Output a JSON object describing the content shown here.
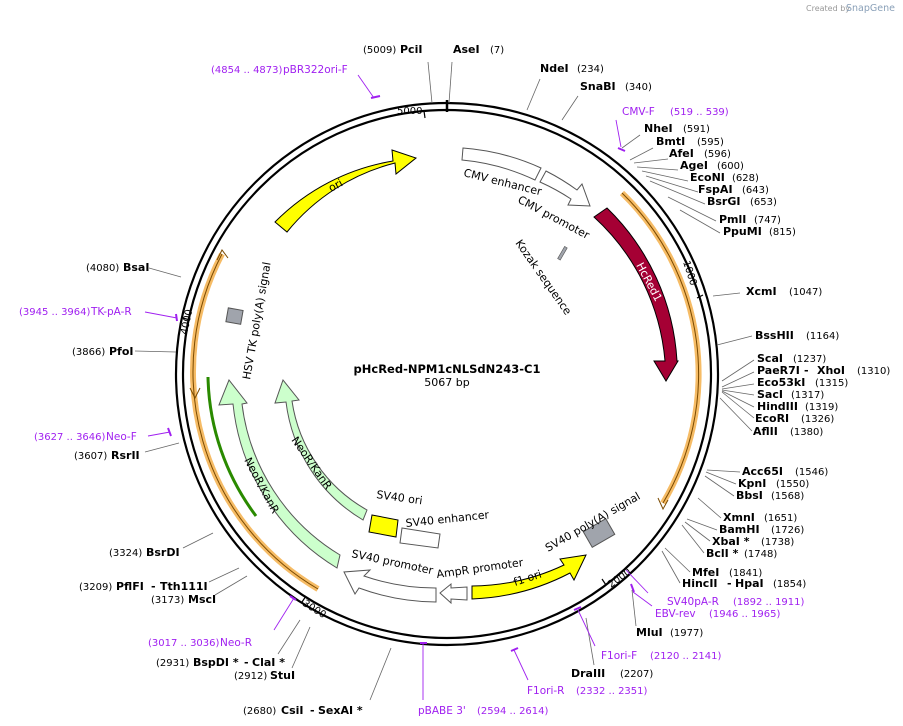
{
  "credit": {
    "prefix": "Created by",
    "app": "SnapGene"
  },
  "plasmid": {
    "name": "pHcRed-NPM1cNLSdN243-C1",
    "length_label": "5067 bp"
  },
  "ticks": [
    "1000",
    "2000",
    "3000",
    "4000",
    "5000"
  ],
  "colors": {
    "ori": "#ffff00",
    "hcred": "#a50034",
    "neo": "#ccffcc",
    "signal": "#a0a4ac",
    "primer": "#a020f0",
    "orange": "#f3a633"
  },
  "enzymes": [
    {
      "pos": "(5009)",
      "name": "PciI",
      "sep": "",
      "name2": ""
    },
    {
      "pos": "(7)",
      "name": "AseI",
      "sep": "",
      "name2": ""
    },
    {
      "pos": "(234)",
      "name": "NdeI",
      "sep": "",
      "name2": ""
    },
    {
      "pos": "(340)",
      "name": "SnaBI",
      "sep": "",
      "name2": ""
    },
    {
      "pos": "(591)",
      "name": "NheI",
      "sep": "",
      "name2": ""
    },
    {
      "pos": "(595)",
      "name": "BmtI",
      "sep": "",
      "name2": ""
    },
    {
      "pos": "(596)",
      "name": "AfeI",
      "sep": "",
      "name2": ""
    },
    {
      "pos": "(600)",
      "name": "AgeI",
      "sep": "",
      "name2": ""
    },
    {
      "pos": "(628)",
      "name": "EcoNI",
      "sep": "",
      "name2": ""
    },
    {
      "pos": "(643)",
      "name": "FspAI",
      "sep": "",
      "name2": ""
    },
    {
      "pos": "(653)",
      "name": "BsrGI",
      "sep": "",
      "name2": ""
    },
    {
      "pos": "(747)",
      "name": "PmlI",
      "sep": "",
      "name2": ""
    },
    {
      "pos": "(815)",
      "name": "PpuMI",
      "sep": "",
      "name2": ""
    },
    {
      "pos": "(1047)",
      "name": "XcmI",
      "sep": "",
      "name2": ""
    },
    {
      "pos": "(1164)",
      "name": "BssHII",
      "sep": "",
      "name2": ""
    },
    {
      "pos": "(1237)",
      "name": "ScaI",
      "sep": "",
      "name2": ""
    },
    {
      "pos": "(1310)",
      "name": "PaeR7I",
      "sep": "-",
      "name2": "XhoI"
    },
    {
      "pos": "(1315)",
      "name": "Eco53kI",
      "sep": "",
      "name2": ""
    },
    {
      "pos": "(1317)",
      "name": "SacI",
      "sep": "",
      "name2": ""
    },
    {
      "pos": "(1319)",
      "name": "HindIII",
      "sep": "",
      "name2": ""
    },
    {
      "pos": "(1326)",
      "name": "EcoRI",
      "sep": "",
      "name2": ""
    },
    {
      "pos": "(1380)",
      "name": "AflII",
      "sep": "",
      "name2": ""
    },
    {
      "pos": "(1546)",
      "name": "Acc65I",
      "sep": "",
      "name2": ""
    },
    {
      "pos": "(1550)",
      "name": "KpnI",
      "sep": "",
      "name2": ""
    },
    {
      "pos": "(1568)",
      "name": "BbsI",
      "sep": "",
      "name2": ""
    },
    {
      "pos": "(1651)",
      "name": "XmnI",
      "sep": "",
      "name2": ""
    },
    {
      "pos": "(1726)",
      "name": "BamHI",
      "sep": "",
      "name2": ""
    },
    {
      "pos": "(1738)",
      "name": "XbaI *",
      "sep": "",
      "name2": ""
    },
    {
      "pos": "(1748)",
      "name": "BclI *",
      "sep": "",
      "name2": ""
    },
    {
      "pos": "(1841)",
      "name": "MfeI",
      "sep": "",
      "name2": ""
    },
    {
      "pos": "(1854)",
      "name": "HincII",
      "sep": "-",
      "name2": "HpaI"
    },
    {
      "pos": "(1977)",
      "name": "MluI",
      "sep": "",
      "name2": ""
    },
    {
      "pos": "(2207)",
      "name": "DraIII",
      "sep": "",
      "name2": ""
    },
    {
      "pos": "(2680)",
      "name": "CsiI",
      "sep": "-",
      "name2": "SexAI *"
    },
    {
      "pos": "(2912)",
      "name": "StuI",
      "sep": "",
      "name2": ""
    },
    {
      "pos": "(2931)",
      "name": "BspDI *",
      "sep": "-",
      "name2": "ClaI *"
    },
    {
      "pos": "(3173)",
      "name": "MscI",
      "sep": "",
      "name2": ""
    },
    {
      "pos": "(3209)",
      "name": "PflFI",
      "sep": "-",
      "name2": "Tth111I"
    },
    {
      "pos": "(3324)",
      "name": "BsrDI",
      "sep": "",
      "name2": ""
    },
    {
      "pos": "(3607)",
      "name": "RsrII",
      "sep": "",
      "name2": ""
    },
    {
      "pos": "(3866)",
      "name": "PfoI",
      "sep": "",
      "name2": ""
    },
    {
      "pos": "(4080)",
      "name": "BsaI",
      "sep": "",
      "name2": ""
    }
  ],
  "primers": [
    {
      "name": "pBR322ori-F",
      "range": "(4854 .. 4873)"
    },
    {
      "name": "CMV-F",
      "range": "(519 .. 539)"
    },
    {
      "name": "SV40pA-R",
      "range": "(1892 .. 1911)"
    },
    {
      "name": "EBV-rev",
      "range": "(1946 .. 1965)"
    },
    {
      "name": "F1ori-F",
      "range": "(2120 .. 2141)"
    },
    {
      "name": "F1ori-R",
      "range": "(2332 .. 2351)"
    },
    {
      "name": "pBABE 3'",
      "range": "(2594 .. 2614)"
    },
    {
      "name": "Neo-R",
      "range": "(3017 .. 3036)"
    },
    {
      "name": "Neo-F",
      "range": "(3627 .. 3646)"
    },
    {
      "name": "TK-pA-R",
      "range": "(3945 .. 3964)"
    }
  ],
  "features": {
    "ori": "ori",
    "cmv_enhancer": "CMV enhancer",
    "cmv_promoter": "CMV promoter",
    "kozak": "Kozak sequence",
    "hcred": "HcRed1",
    "hsv_tk": "HSV TK poly(A) signal",
    "neo_outer": "NeoR/KanR",
    "neo_inner": "NeoR/KanR",
    "sv40_ori": "SV40 ori",
    "sv40_enhancer": "SV40 enhancer",
    "sv40_polya": "SV40 poly(A) signal",
    "sv40_promoter": "SV40 promoter",
    "ampr_promoter": "AmpR promoter",
    "f1_ori": "f1 ori"
  }
}
